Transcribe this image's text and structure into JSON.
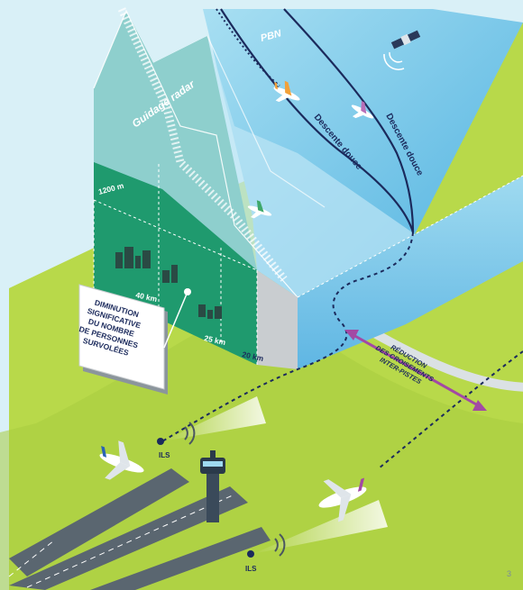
{
  "labels": {
    "guidage_radar": "Guidage radar",
    "pbn": "PBN",
    "descente_douce_1": "Descente douce",
    "descente_douce_2": "Descente douce",
    "altitude": "1200 m",
    "dist_40": "40 km",
    "dist_25": "25 km",
    "dist_20": "20 km",
    "ils_1": "ILS",
    "ils_2": "ILS"
  },
  "sign": {
    "lines": [
      "DIMINUTION",
      "SIGNIFICATIVE",
      "DU NOMBRE",
      "DE PERSONNES",
      "SURVOLÉES"
    ]
  },
  "reduction": {
    "lines": [
      "RÉDUCTION",
      "DES CROISEMENTS",
      "INTER-PISTES"
    ]
  },
  "page_number": "3",
  "colors": {
    "background": "#d9f0f7",
    "ground": "#b8d94a",
    "green_wall": "#1f9a6e",
    "sky_volume": "#6cc3e6",
    "navy": "#1b2a5c",
    "arrow": "#a349a4",
    "runway": "#5a6670"
  }
}
